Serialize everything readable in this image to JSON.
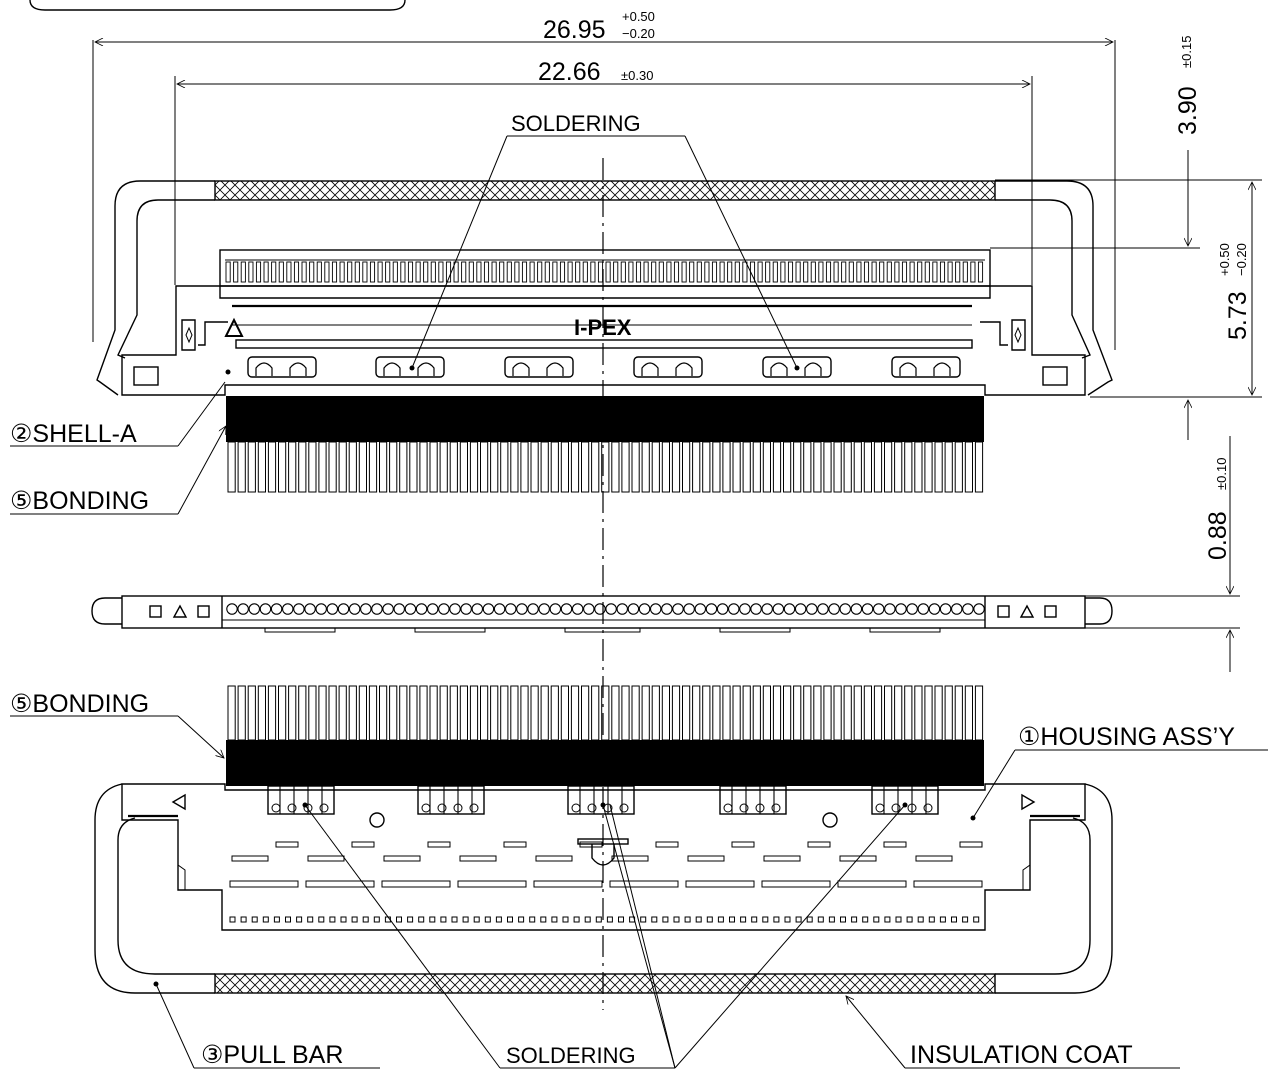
{
  "dimensions": {
    "overall_width": {
      "value": "26.95",
      "tol_plus": "+0.50",
      "tol_minus": "−0.20"
    },
    "pitch_width": {
      "value": "22.66",
      "tol": "±0.30"
    },
    "height_a": {
      "value": "3.90",
      "tol": "±0.15"
    },
    "height_b": {
      "value": "5.73",
      "tol_plus": "+0.50",
      "tol_minus": "−0.20"
    },
    "thickness": {
      "value": "0.88",
      "tol": "±0.10"
    }
  },
  "brand": "I-PEX",
  "callouts": {
    "soldering_top": "SOLDERING",
    "shell_a": "②SHELL-A",
    "bonding_top": "⑤BONDING",
    "bonding_bottom": "⑤BONDING",
    "housing": "①HOUSING ASS’Y",
    "pull_bar": "③PULL BAR",
    "soldering_bottom": "SOLDERING",
    "insulation": "INSULATION COAT"
  },
  "colors": {
    "line": "#000000",
    "background": "#ffffff"
  }
}
